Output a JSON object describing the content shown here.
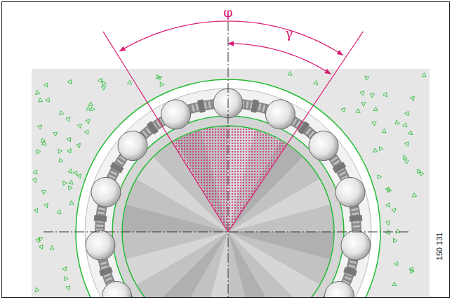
{
  "diagram": {
    "labels": [
      "φ",
      "γ",
      "150 131"
    ]
  }
}
